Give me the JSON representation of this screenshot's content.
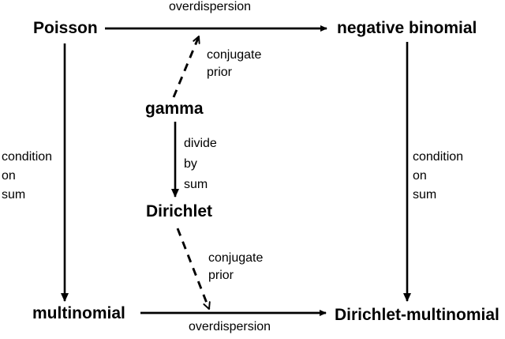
{
  "diagram": {
    "title": "relationships between Poisson, gamma, Dirichlet, multinomial and negative binomial distributions",
    "colors": {
      "background": "#ffffff",
      "line": "#000000",
      "text": "#000000"
    },
    "nodes": [
      {
        "id": "poisson",
        "label": "Poisson"
      },
      {
        "id": "negative-binomial",
        "label": "negative binomial"
      },
      {
        "id": "gamma",
        "label": "gamma"
      },
      {
        "id": "dirichlet",
        "label": "Dirichlet"
      },
      {
        "id": "multinomial",
        "label": "multinomial"
      },
      {
        "id": "dirichlet-multinomial",
        "label": "Dirichlet-multinomial"
      }
    ],
    "edges": [
      {
        "from": "Poisson",
        "to": "negative binomial",
        "style": "solid",
        "label": "overdispersion"
      },
      {
        "from": "gamma",
        "to": "Poisson → negative binomial arrow",
        "style": "dashed",
        "label": "conjugate\nprior"
      },
      {
        "from": "gamma",
        "to": "Dirichlet",
        "style": "solid",
        "label": "divide\nby\nsum"
      },
      {
        "from": "Poisson",
        "to": "multinomial",
        "style": "solid",
        "label": "condition\non\nsum"
      },
      {
        "from": "negative binomial",
        "to": "Dirichlet-multinomial",
        "style": "solid",
        "label": "condition\non\nsum"
      },
      {
        "from": "Dirichlet",
        "to": "multinomial → Dirichlet-multinomial arrow",
        "style": "dashed",
        "label": "conjugate\nprior"
      },
      {
        "from": "multinomial",
        "to": "Dirichlet-multinomial",
        "style": "solid",
        "label": "overdispersion"
      }
    ]
  }
}
